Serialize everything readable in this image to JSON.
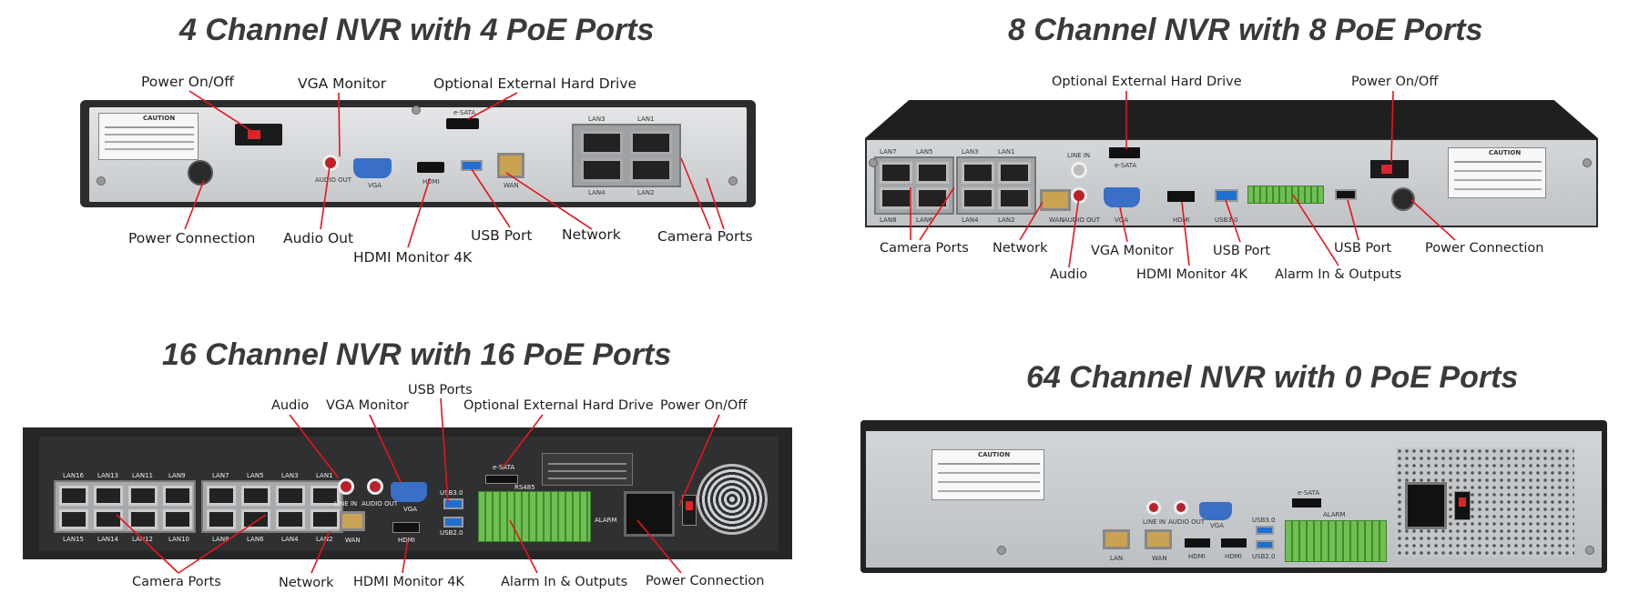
{
  "panels": {
    "ch4": {
      "title": "4 Channel NVR with 4 PoE Ports",
      "labels": {
        "power_switch": "Power On/Off",
        "vga": "VGA Monitor",
        "ext_hdd": "Optional External Hard Drive",
        "power_conn": "Power Connection",
        "audio_out": "Audio Out",
        "hdmi": "HDMI Monitor 4K",
        "usb": "USB Port",
        "network": "Network",
        "camera": "Camera Ports"
      },
      "print": {
        "caution": "CAUTION",
        "lan3": "LAN3",
        "lan1": "LAN1",
        "lan4": "LAN4",
        "lan2": "LAN2",
        "esata": "e-SATA",
        "audio_out": "AUDIO OUT",
        "vga": "VGA",
        "hdmi": "HDMI",
        "wan": "WAN"
      }
    },
    "ch8": {
      "title": "8 Channel NVR with 8 PoE Ports",
      "labels": {
        "ext_hdd": "Optional External Hard Drive",
        "power_switch": "Power On/Off",
        "camera": "Camera Ports",
        "network": "Network",
        "audio": "Audio",
        "vga": "VGA Monitor",
        "hdmi": "HDMI Monitor 4K",
        "usb1": "USB Port",
        "alarm": "Alarm In & Outputs",
        "usb2": "USB Port",
        "power_conn": "Power Connection"
      },
      "print": {
        "caution": "CAUTION",
        "line_in": "LINE IN",
        "audio_out": "AUDIO OUT",
        "vga": "VGA",
        "hdmi": "HDMI",
        "usb30": "USB3.0",
        "esata": "e-SATA",
        "wan": "WAN",
        "lan7": "LAN7",
        "lan5": "LAN5",
        "lan3": "LAN3",
        "lan1": "LAN1",
        "lan8": "LAN8",
        "lan6": "LAN6",
        "lan4": "LAN4",
        "lan2": "LAN2"
      }
    },
    "ch16": {
      "title": "16 Channel NVR with 16 PoE Ports",
      "labels": {
        "usb": "USB Ports",
        "audio": "Audio",
        "vga": "VGA Monitor",
        "ext_hdd": "Optional External Hard Drive",
        "power_switch": "Power On/Off",
        "camera": "Camera Ports",
        "network": "Network",
        "hdmi": "HDMI Monitor 4K",
        "alarm": "Alarm In & Outputs",
        "power_conn": "Power Connection"
      },
      "print": {
        "esata": "e-SATA",
        "usb30": "USB3.0",
        "usb20": "USB2.0",
        "vga": "VGA",
        "hdmi": "HDMI",
        "wan": "WAN",
        "line_in": "LINE IN",
        "audio_out": "AUDIO OUT",
        "alarm": "ALARM",
        "rs485": "RS485",
        "lan16": "LAN16",
        "lan13": "LAN13",
        "lan11": "LAN11",
        "lan9": "LAN9",
        "lan7": "LAN7",
        "lan5": "LAN5",
        "lan3": "LAN3",
        "lan1": "LAN1",
        "lan15": "LAN15",
        "lan14": "LAN14",
        "lan12": "LAN12",
        "lan10": "LAN10",
        "lan8": "LAN8",
        "lan6": "LAN6",
        "lan4": "LAN4",
        "lan2": "LAN2"
      }
    },
    "ch64": {
      "title": "64 Channel NVR with 0 PoE Ports",
      "print": {
        "caution": "CAUTION",
        "esata": "e-SATA",
        "line_in": "LINE IN",
        "audio_out": "AUDIO OUT",
        "vga": "VGA",
        "usb30": "USB3.0",
        "usb20": "USB2.0",
        "lan": "LAN",
        "wan": "WAN",
        "hdmi1": "HDMI",
        "hdmi2": "HDMI",
        "alarm": "ALARM"
      }
    }
  },
  "colors": {
    "callout": "#e8141b",
    "chassis_dark": "#2b2b2b",
    "panel_gray": "#d6d9dc",
    "usb_blue": "#1f6fd1",
    "vga_blue": "#3a6fc7",
    "terminal_green": "#6fbf52"
  }
}
